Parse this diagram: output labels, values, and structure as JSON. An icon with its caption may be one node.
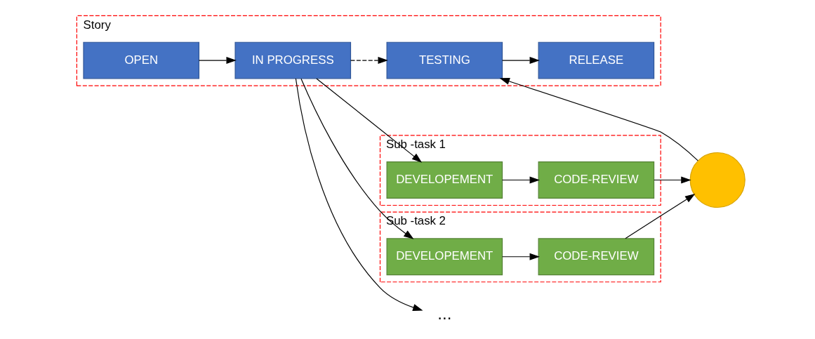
{
  "diagram": {
    "nodes": [
      {
        "text": [
          "Story"
        ]
      },
      {
        "text": [
          "OPEN"
        ],
        "in": 0
      },
      {
        "text": [
          "IN PROGRESS"
        ],
        "in": 0
      },
      {
        "text": [
          "TESTING"
        ],
        "in": 0
      },
      {
        "text": [
          "RELEASE"
        ],
        "in": 0
      },
      {
        "text": [
          "Sub -task 1"
        ]
      },
      {
        "text": [
          "DEVELOPEMENT"
        ],
        "in": 5
      },
      {
        "text": [
          "CODE-REVIEW"
        ],
        "in": 5
      },
      {
        "text": [
          "Sub -task 2"
        ]
      },
      {
        "text": [
          "DEVELOPEMENT"
        ],
        "in": 8
      },
      {
        "text": [
          "CODE-REVIEW"
        ],
        "in": 8
      },
      {
        "text": [],
        "shape": "circle"
      },
      {
        "text": [
          "..."
        ]
      }
    ],
    "edges": [
      {
        "from": 1,
        "to": 2,
        "arrow": "to"
      },
      {
        "from": 2,
        "to": 3,
        "arrow": "to",
        "style": "dashed"
      },
      {
        "from": 3,
        "to": 4,
        "arrow": "to"
      },
      {
        "from": 2,
        "to": 6,
        "arrow": "to"
      },
      {
        "from": 2,
        "to": 9,
        "arrow": "to"
      },
      {
        "from": 2,
        "to": 12,
        "arrow": "to"
      },
      {
        "from": 6,
        "to": 7,
        "arrow": "to"
      },
      {
        "from": 9,
        "to": 10,
        "arrow": "to"
      },
      {
        "from": 7,
        "to": 11,
        "arrow": "to"
      },
      {
        "from": 10,
        "to": 11,
        "arrow": "to"
      },
      {
        "from": 11,
        "to": 3,
        "arrow": "to"
      }
    ]
  }
}
